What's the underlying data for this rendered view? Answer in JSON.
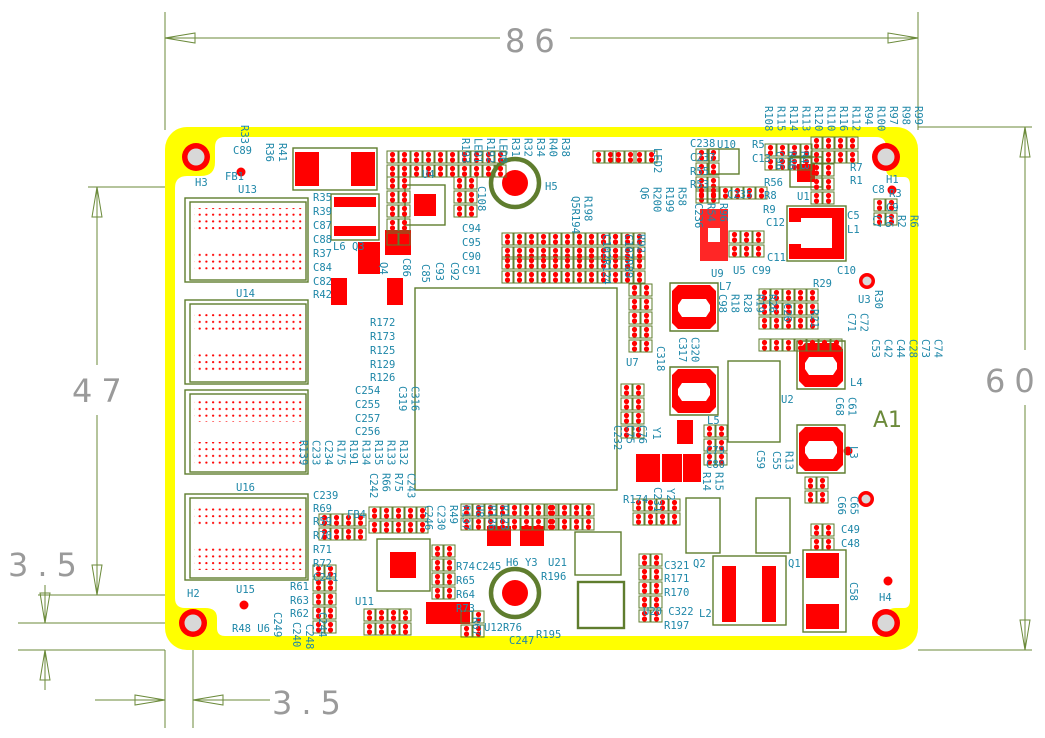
{
  "dimensions": {
    "width": "86",
    "height": "60",
    "hole_span": "47",
    "hole_offset_y": "3.5",
    "hole_offset_x": "3.5"
  },
  "assembly_label": "A1",
  "colors": {
    "board": "#ffff00",
    "copper": "#ff0000",
    "outline": "#5f7d2e",
    "silk_text": "#1e87a8",
    "dimension": "#6b8a3a"
  },
  "labels": {
    "H1": "H1",
    "H2": "H2",
    "H3": "H3",
    "H4": "H4",
    "H5": "H5",
    "H6Y3": "H6 Y3",
    "FB1": "FB1",
    "FB4": "FB4",
    "C89": "C89",
    "R41": "R41",
    "R36": "R36",
    "R33": "R33",
    "U13": "U13",
    "U14": "U14",
    "U16": "U16",
    "U15": "U15",
    "U4": "U4",
    "R35": "R35",
    "R39": "R39",
    "C87": "C87",
    "C88": "C88",
    "R37": "R37",
    "L6Q3": "L6 Q3",
    "C84": "C84",
    "C82": "C82",
    "R42": "R42",
    "Q4": "Q4",
    "C86": "C86",
    "C85": "C85",
    "C93": "C93",
    "C92": "C92",
    "C94": "C94",
    "C95": "C95",
    "C90": "C90",
    "C91": "C91",
    "C108": "C108",
    "R172": "R172",
    "R173": "R173",
    "R125": "R125",
    "R129": "R129",
    "R126": "R126",
    "C254": "C254",
    "C255": "C255",
    "C257": "C257",
    "C256": "C256",
    "C319C316": "C319 C316",
    "C239": "C239",
    "R69": "R69",
    "R59": "R59",
    "R70": "R70",
    "R71": "R71",
    "R72": "R72",
    "C241": "C241",
    "R61": "R61",
    "R63": "R63",
    "R62": "R62",
    "R48U6": "R48 U6",
    "U11": "U11",
    "C249": "C249",
    "C240": "C240",
    "C248": "C248",
    "C244": "C244",
    "R139C233": "R139 C233 C234 R175 R191 R134 R135 R133 R132",
    "C242": "C242 R66 R75 C243",
    "C246": "C246 C230 R49 R137",
    "U8": "U8 R136 R123",
    "R74": "R74",
    "R65": "R65",
    "R64": "R64",
    "R73": "R73",
    "C245": "C245",
    "U21": "U21",
    "R196": "R196",
    "R195": "R195",
    "U12R76": "U12R76",
    "C247": "C247",
    "R67": "R67",
    "U20C322": "U20 C322",
    "R197": "R197",
    "C321": "C321",
    "R171": "R171",
    "R170": "R170",
    "Q1": "Q1",
    "Q2": "Q2",
    "L2": "L2",
    "C58": "C58",
    "C49": "C49",
    "C48": "C48",
    "C66C65": "C66 C65",
    "L3": "L3",
    "L4": "L4",
    "L5": "L5",
    "L7": "L7",
    "L1": "L1",
    "U2": "U2",
    "C68C61": "C68 C61",
    "C79": "C79",
    "C80": "C80",
    "R14R15": "R14 R15",
    "C59": "C59",
    "C55R13": "C55 R13",
    "R174": "R174",
    "C231": "C231",
    "Y2": "Y2",
    "U7": "U7",
    "Y1": "Y1",
    "C232": "C232 C75 C76",
    "C318": "C318",
    "C317": "C317 C320",
    "U9": "U9",
    "U5": "U5",
    "C99": "C99",
    "C11": "C11",
    "R29": "R29",
    "C10": "C10",
    "U3": "U3",
    "R30": "R30",
    "C98": "C98 R18 R28 R19 R26",
    "C26": "C26",
    "R21": "R21",
    "C71": "C71 C72",
    "C53": "C53 C42 C44 C28 C73 C74",
    "C5": "C5",
    "U1": "U1",
    "C12": "C12",
    "R9": "R9",
    "R8": "R8",
    "C235": "C235",
    "R56": "R56",
    "R53": "R53",
    "R55": "R55",
    "C237": "C237",
    "C238": "C238",
    "U10": "U10",
    "R5": "R5",
    "C13": "C13",
    "R7": "R7",
    "R1": "R1",
    "C8": "C8",
    "R3": "R3",
    "C9": "C9",
    "C7": "C7 C6 R2 R6",
    "LED2": "LED2",
    "Q5": "Q5R194 R198",
    "Q6": "Q6 R200 R199 R58",
    "C236": "C236 R54 R96",
    "C96": "C96 R46 R43",
    "R193": "R193 LED1 R192 LED0 R31 R32 R34 R40 R38",
    "C102": "C102R124",
    "C107": "C107R89 R92",
    "R108": "R108 R115 R114 R113 R120 R110 R116 R112 R94 R100 R97 R98 R99"
  }
}
